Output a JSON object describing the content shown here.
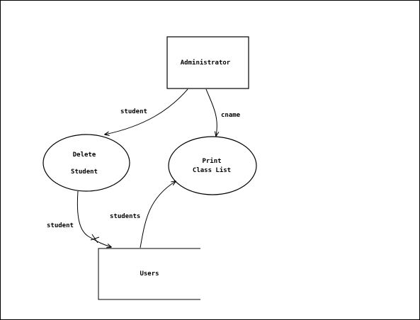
{
  "diagram": {
    "entities": {
      "administrator": {
        "label": "Administrator"
      }
    },
    "processes": {
      "delete_student": {
        "label_line1": "Delete",
        "label_line2": "Student"
      },
      "print_class_list": {
        "label_line1": "Print",
        "label_line2": "Class List"
      }
    },
    "stores": {
      "users": {
        "label": "Users"
      }
    },
    "flows": {
      "admin_to_delete": {
        "label": "student"
      },
      "admin_to_print": {
        "label": "cname"
      },
      "delete_to_users": {
        "label": "student"
      },
      "users_to_print": {
        "label": "students"
      }
    }
  }
}
